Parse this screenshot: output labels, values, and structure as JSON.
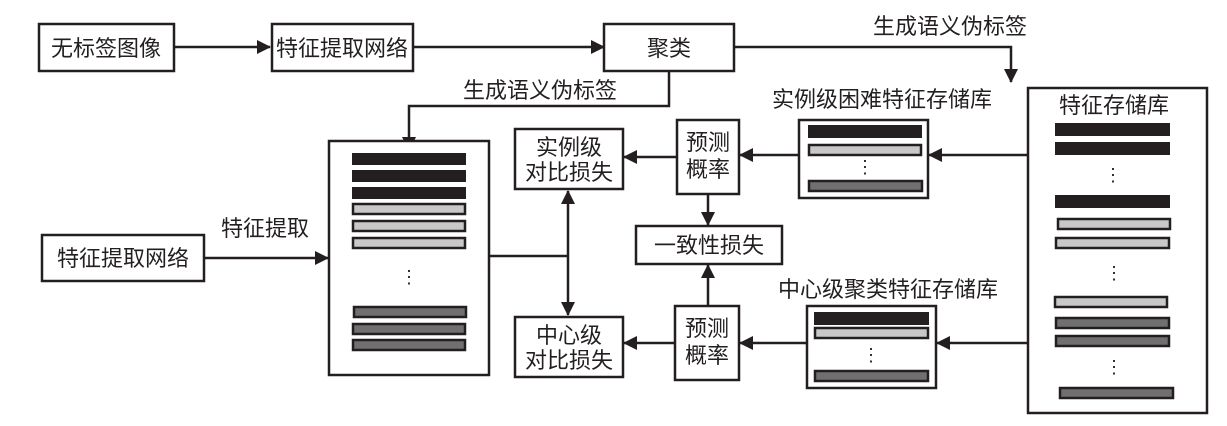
{
  "nodes": {
    "unlabeled_images": "无标签图像",
    "feature_net_top": "特征提取网络",
    "clustering": "聚类",
    "feature_memory": "特征存储库",
    "feature_net_bottom": "特征提取网络",
    "instance_loss_line1": "实例级",
    "instance_loss_line2": "对比损失",
    "center_loss_line1": "中心级",
    "center_loss_line2": "对比损失",
    "pred_prob_top_line1": "预测",
    "pred_prob_top_line2": "概率",
    "pred_prob_bottom_line1": "预测",
    "pred_prob_bottom_line2": "概率",
    "consistency_loss": "一致性损失",
    "instance_hard_memory": "实例级困难特征存储库",
    "center_cluster_memory": "中心级聚类特征存储库"
  },
  "edge_labels": {
    "pseudo_label_right": "生成语义伪标签",
    "pseudo_label_left": "生成语义伪标签",
    "feature_extract": "特征提取"
  },
  "ellipsis": "⋮",
  "colors": {
    "stroke": "#231f20",
    "bar_black": "#231f20",
    "bar_light": "#c8c8c8",
    "bar_dark": "#707070"
  }
}
